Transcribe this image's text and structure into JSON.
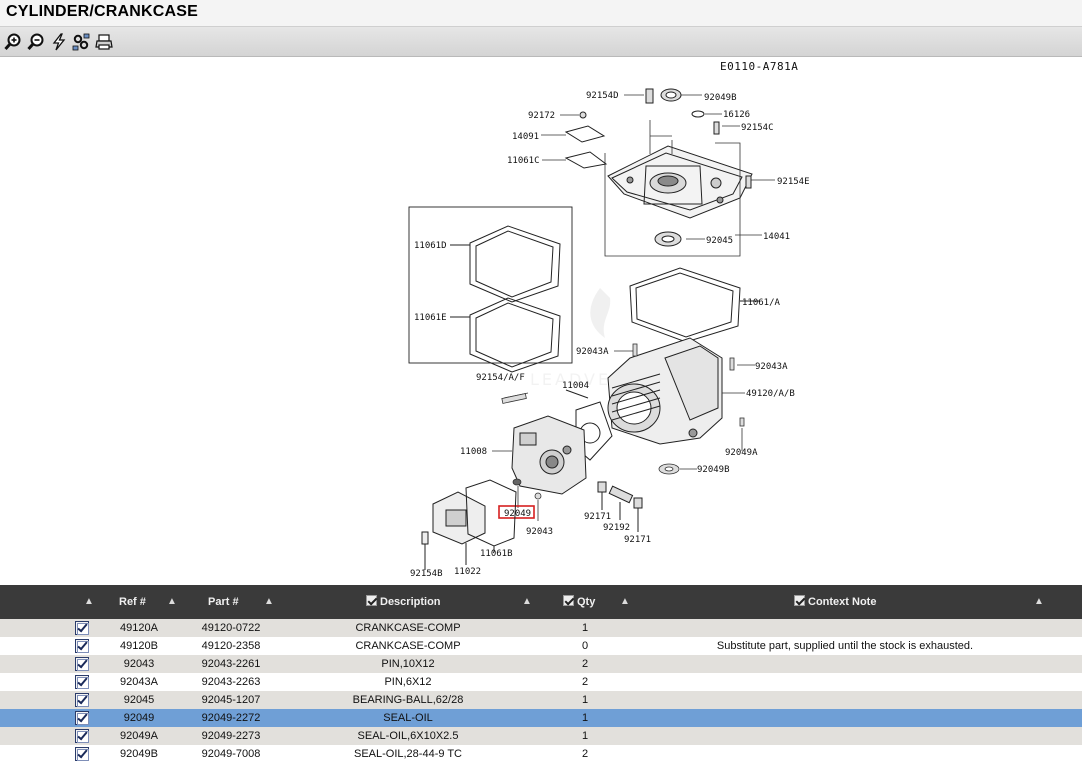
{
  "title": "CYLINDER/CRANKCASE",
  "toolbar": {
    "buttons": [
      {
        "name": "zoom-in-icon"
      },
      {
        "name": "zoom-out-icon"
      },
      {
        "name": "lightning-icon"
      },
      {
        "name": "settings-icon"
      },
      {
        "name": "print-icon"
      }
    ]
  },
  "diagram": {
    "code": "E0110-A781A",
    "watermark": "LEADVENTURE",
    "highlighted_ref": "92049",
    "callouts": {
      "c92154D": "92154D",
      "c92049B_top": "92049B",
      "c92172": "92172",
      "c16126": "16126",
      "c92154C": "92154C",
      "c14091": "14091",
      "c11061C": "11061C",
      "c92154E": "92154E",
      "c92045": "92045",
      "c14041": "14041",
      "c11061D": "11061D",
      "c11061A": "11061/A",
      "c11061E": "11061E",
      "c92043A_left": "92043A",
      "c92043A_right": "92043A",
      "c92154AF": "92154/A/F",
      "c11004": "11004",
      "c49120AB": "49120/A/B",
      "c11008": "11008",
      "c92049A": "92049A",
      "c92049B_low": "92049B",
      "c92049_box": "92049",
      "c92171_left": "92171",
      "c92192": "92192",
      "c92043": "92043",
      "c92171_right": "92171",
      "c11061B": "11061B",
      "c92154B": "92154B",
      "c11022": "11022"
    }
  },
  "table": {
    "headers": {
      "ref": "Ref #",
      "part": "Part #",
      "description": "Description",
      "qty": "Qty",
      "context": "Context Note"
    },
    "rows": [
      {
        "ref": "49120A",
        "part": "49120-0722",
        "description": "CRANKCASE-COMP",
        "qty": "1",
        "note": ""
      },
      {
        "ref": "49120B",
        "part": "49120-2358",
        "description": "CRANKCASE-COMP",
        "qty": "0",
        "note": "Substitute part, supplied until the stock is exhausted."
      },
      {
        "ref": "92043",
        "part": "92043-2261",
        "description": "PIN,10X12",
        "qty": "2",
        "note": ""
      },
      {
        "ref": "92043A",
        "part": "92043-2263",
        "description": "PIN,6X12",
        "qty": "2",
        "note": ""
      },
      {
        "ref": "92045",
        "part": "92045-1207",
        "description": "BEARING-BALL,62/28",
        "qty": "1",
        "note": ""
      },
      {
        "ref": "92049",
        "part": "92049-2272",
        "description": "SEAL-OIL",
        "qty": "1",
        "note": ""
      },
      {
        "ref": "92049A",
        "part": "92049-2273",
        "description": "SEAL-OIL,6X10X2.5",
        "qty": "1",
        "note": ""
      },
      {
        "ref": "92049B",
        "part": "92049-7008",
        "description": "SEAL-OIL,28-44-9 TC",
        "qty": "2",
        "note": ""
      }
    ],
    "selected_row": 5
  },
  "colors": {
    "header_bg": "#3a3a3a",
    "row_alt": "#e2e0dc",
    "row_selected": "#6f9fd6",
    "highlight_box": "#d62020"
  }
}
